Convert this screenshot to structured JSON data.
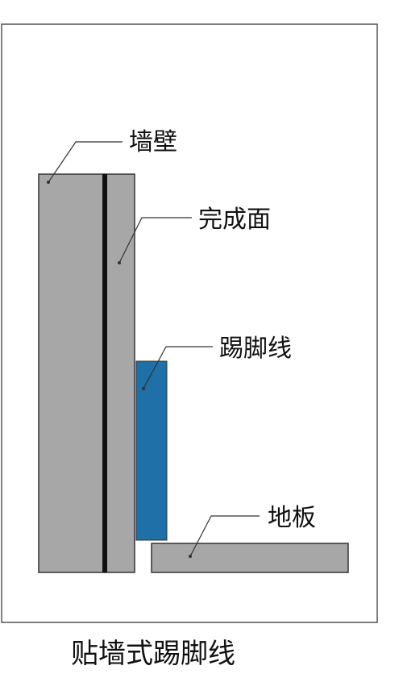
{
  "labels": {
    "wall": "墙壁",
    "finish_surface": "完成面",
    "baseboard": "踢脚线",
    "floor": "地板"
  },
  "caption": "贴墙式踢脚线",
  "colors": {
    "frame": "#555555",
    "wall_fill": "#a7a7a7",
    "outline": "#333333",
    "divider": "#111111",
    "baseboard_fill": "#1f6fa8",
    "leader_line": "#333333"
  }
}
